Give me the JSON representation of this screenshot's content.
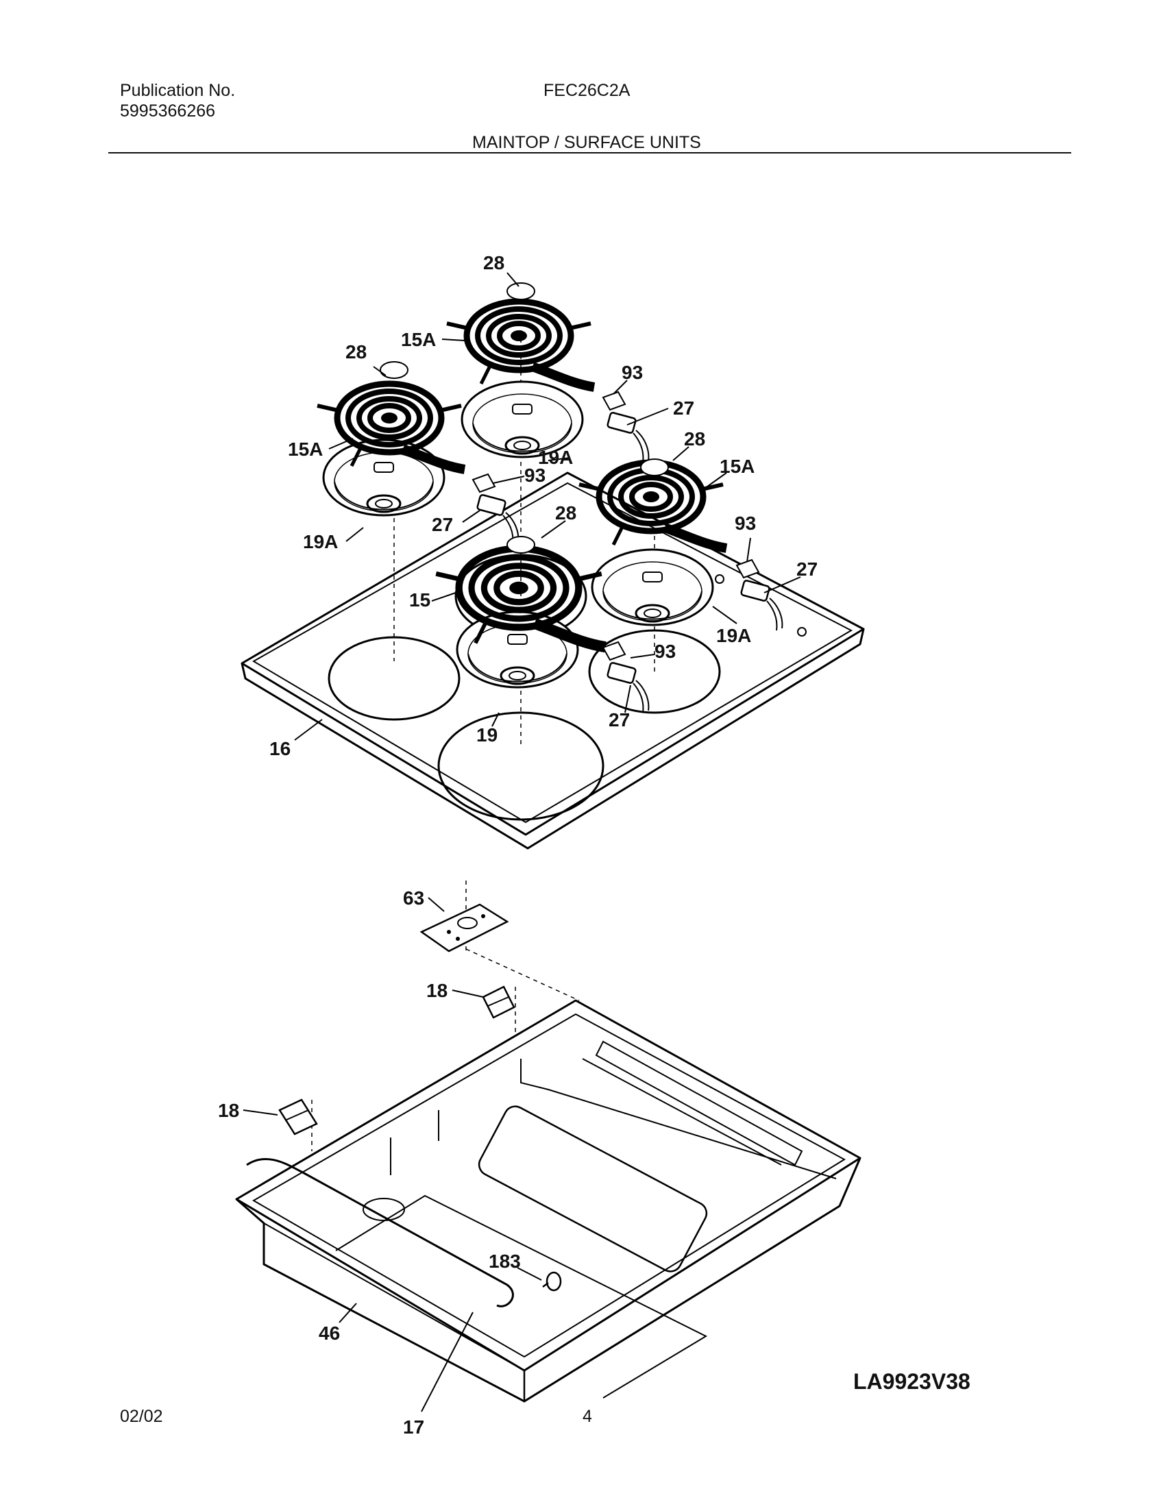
{
  "header": {
    "publication_label": "Publication No.",
    "publication_number": "5995366266",
    "model": "FEC26C2A",
    "section_title": "MAINTOP / SURFACE UNITS"
  },
  "callouts": {
    "c28a": "28",
    "c15a1": "15A",
    "c93a": "93",
    "c27a": "27",
    "c28b": "28",
    "c15a2": "15A",
    "c19a1": "19A",
    "c93b": "93",
    "c19a2": "19A",
    "c27b": "27",
    "c28c": "28",
    "c15a3": "15A",
    "c28d": "28",
    "c93c": "93",
    "c27c": "27",
    "c15": "15",
    "c93d": "93",
    "c19a3": "19A",
    "c27d": "27",
    "c19": "19",
    "c16": "16",
    "c63": "63",
    "c18a": "18",
    "c18b": "18",
    "c183": "183",
    "c46": "46",
    "c17": "17"
  },
  "diagram_code": "LA9923V38",
  "footer": {
    "date": "02/02",
    "page": "4"
  }
}
